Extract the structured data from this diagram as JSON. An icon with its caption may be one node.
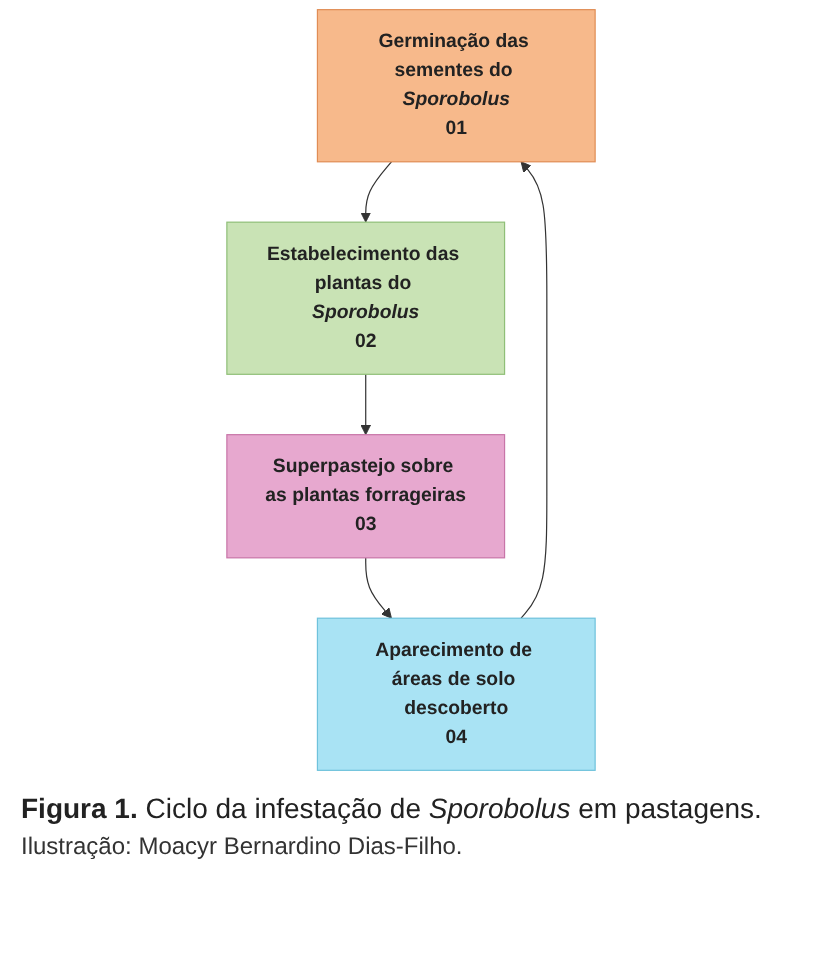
{
  "diagram": {
    "caption": "**Figura 1.** Ciclo da infestação de *Sporobolus* em pastagens.",
    "nodes": [
      {
        "text": [
          "Germinação das sementes do *Sporobolus*",
          "01"
        ]
      },
      {
        "text": [
          "Estabelecimento das plantas do *Sporobolus*",
          "02"
        ]
      },
      {
        "text": [
          "Superpastejo sobre as plantas forrageiras",
          "03"
        ]
      },
      {
        "text": [
          "Aparecimento de áreas de solo descoberto",
          "04"
        ]
      }
    ],
    "edges": [
      {
        "from": 0,
        "to": 1,
        "arrow": "to"
      },
      {
        "from": 1,
        "to": 2,
        "arrow": "to"
      },
      {
        "from": 2,
        "to": 3,
        "arrow": "to"
      },
      {
        "from": 3,
        "to": 0,
        "arrow": "to"
      }
    ],
    "labels": [
      "Ilustração: Moacyr Bernardino Dias-Filho."
    ]
  }
}
